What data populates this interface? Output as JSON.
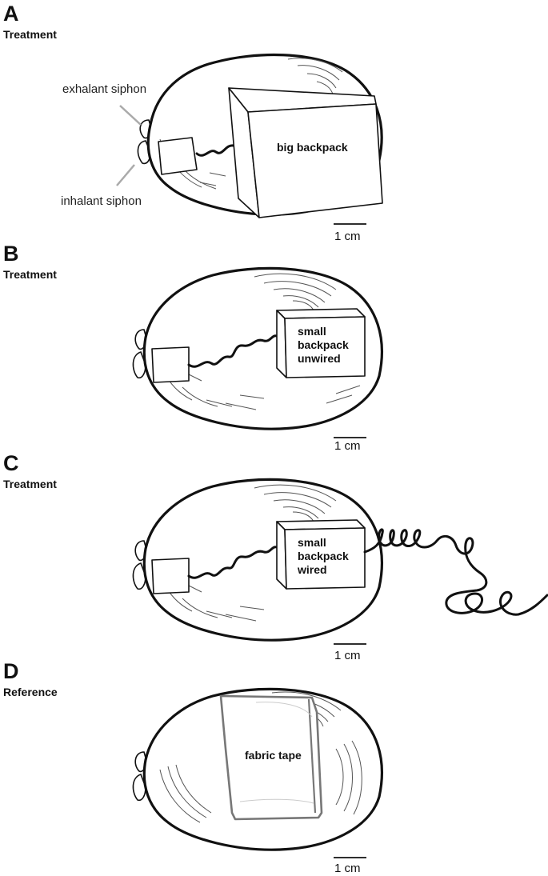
{
  "panels": [
    {
      "letter": "A",
      "condition": "Treatment",
      "device_label_lines": [
        "big backpack"
      ],
      "annotations": {
        "exhalant": "exhalant siphon",
        "inhalant": "inhalant siphon"
      },
      "scale_label": "1 cm"
    },
    {
      "letter": "B",
      "condition": "Treatment",
      "device_label_lines": [
        "small",
        "backpack",
        "unwired"
      ],
      "scale_label": "1 cm"
    },
    {
      "letter": "C",
      "condition": "Treatment",
      "device_label_lines": [
        "small",
        "backpack",
        "wired"
      ],
      "scale_label": "1 cm"
    },
    {
      "letter": "D",
      "condition": "Reference",
      "device_label_lines": [
        "fabric tape"
      ],
      "scale_label": "1 cm"
    }
  ],
  "colors": {
    "outline": "#111111",
    "tape": "#777777",
    "pointer": "#aaaaaa"
  }
}
